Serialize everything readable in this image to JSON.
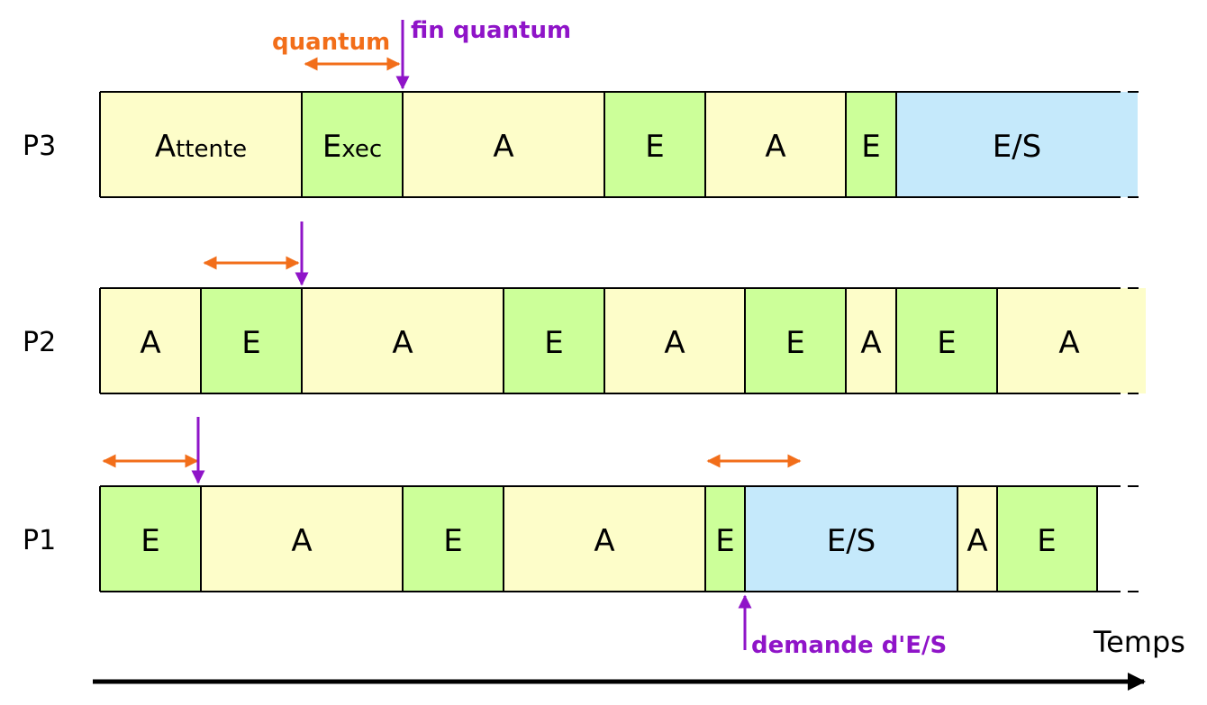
{
  "colors": {
    "attente": "#fdfdc9",
    "exec": "#ccff99",
    "es": "#c5e9fb",
    "quantum": "#f26e1a",
    "event": "#8f14c8",
    "border": "#000000"
  },
  "timeline": {
    "label": "Temps"
  },
  "rows": [
    {
      "label": "P3",
      "segments": [
        {
          "kind": "attente",
          "label_big": "A",
          "label_small": "ttente"
        },
        {
          "kind": "exec",
          "label_big": "E",
          "label_small": "xec"
        },
        {
          "kind": "attente",
          "label": "A"
        },
        {
          "kind": "exec",
          "label": "E"
        },
        {
          "kind": "attente",
          "label": "A"
        },
        {
          "kind": "exec",
          "label": "E"
        },
        {
          "kind": "es",
          "label": "E/S"
        }
      ],
      "quantum_label": "quantum",
      "fin_quantum_label": "fin quantum"
    },
    {
      "label": "P2",
      "segments": [
        {
          "kind": "attente",
          "label": "A"
        },
        {
          "kind": "exec",
          "label": "E"
        },
        {
          "kind": "attente",
          "label": "A"
        },
        {
          "kind": "exec",
          "label": "E"
        },
        {
          "kind": "attente",
          "label": "A"
        },
        {
          "kind": "exec",
          "label": "E"
        },
        {
          "kind": "attente",
          "label": "A"
        },
        {
          "kind": "exec",
          "label": "E"
        },
        {
          "kind": "attente",
          "label": "A"
        }
      ]
    },
    {
      "label": "P1",
      "segments": [
        {
          "kind": "exec",
          "label": "E"
        },
        {
          "kind": "attente",
          "label": "A"
        },
        {
          "kind": "exec",
          "label": "E"
        },
        {
          "kind": "attente",
          "label": "A"
        },
        {
          "kind": "exec",
          "label": "E"
        },
        {
          "kind": "es",
          "label": "E/S"
        },
        {
          "kind": "attente",
          "label": "A"
        },
        {
          "kind": "exec",
          "label": "E"
        }
      ],
      "demande_label": "demande d'E/S"
    }
  ]
}
